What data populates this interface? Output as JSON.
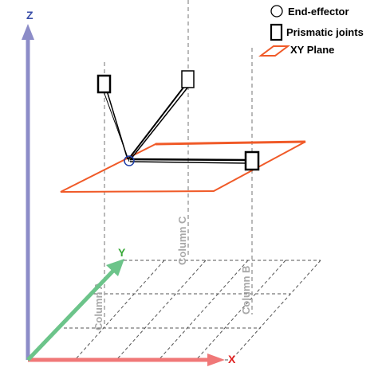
{
  "colors": {
    "z_axis": "#8c8cc8",
    "y_axis": "#6cc48a",
    "x_axis": "#f07878",
    "xy_plane": "#f05a28",
    "column_lines": "#a8a8a8",
    "grid_lines": "#555555",
    "end_effector": "#1f3fa8",
    "joint": "#000000"
  },
  "axes": {
    "z_label": "Z",
    "y_label": "Y",
    "x_label": "X"
  },
  "columns": {
    "a_label": "Column A",
    "b_label": "Column B",
    "c_label": "Column C"
  },
  "legend": {
    "end_effector_label": "End-effector",
    "prismatic_joints_label": "Prismatic joints",
    "xy_plane_label": "XY Plane",
    "end_effector_icon": "open-circle-icon",
    "prismatic_icon": "open-rectangle-icon",
    "xy_plane_icon": "parallelogram-icon"
  }
}
